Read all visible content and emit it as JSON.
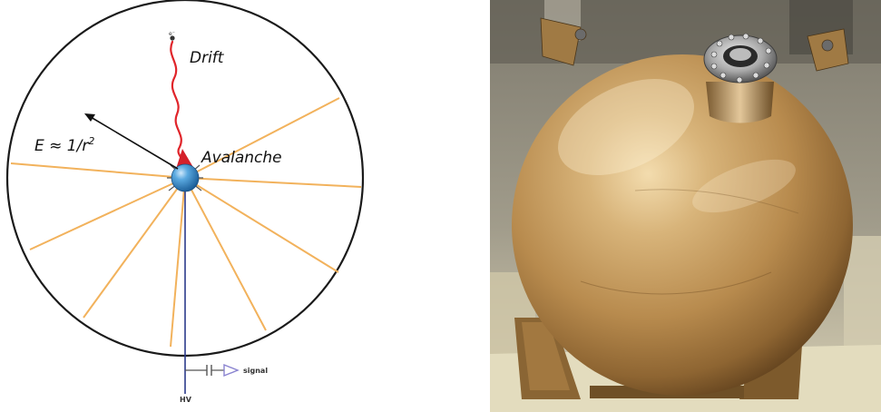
{
  "diagram": {
    "labels": {
      "drift": "Drift",
      "avalanche": "Avalanche",
      "field_prefix": "E ≈ 1/r",
      "field_exponent": "2",
      "electron": "e⁻",
      "signal": "signal",
      "hv": "HV"
    },
    "colors": {
      "outer_sphere": "#1a1a1a",
      "field_lines": "#f2b25c",
      "drift_track": "#e0242a",
      "avalanche": "#d4202a",
      "sensor_ball": "#2f87c8",
      "hv_line": "#2b3a8a",
      "signal_amp": "#8a83d0",
      "vessel_copper": "#b58a4a"
    },
    "icons": [
      "electron-icon",
      "amplifier-icon",
      "capacitor-icon"
    ]
  },
  "photo": {
    "subject": "copper spherical vessel"
  }
}
